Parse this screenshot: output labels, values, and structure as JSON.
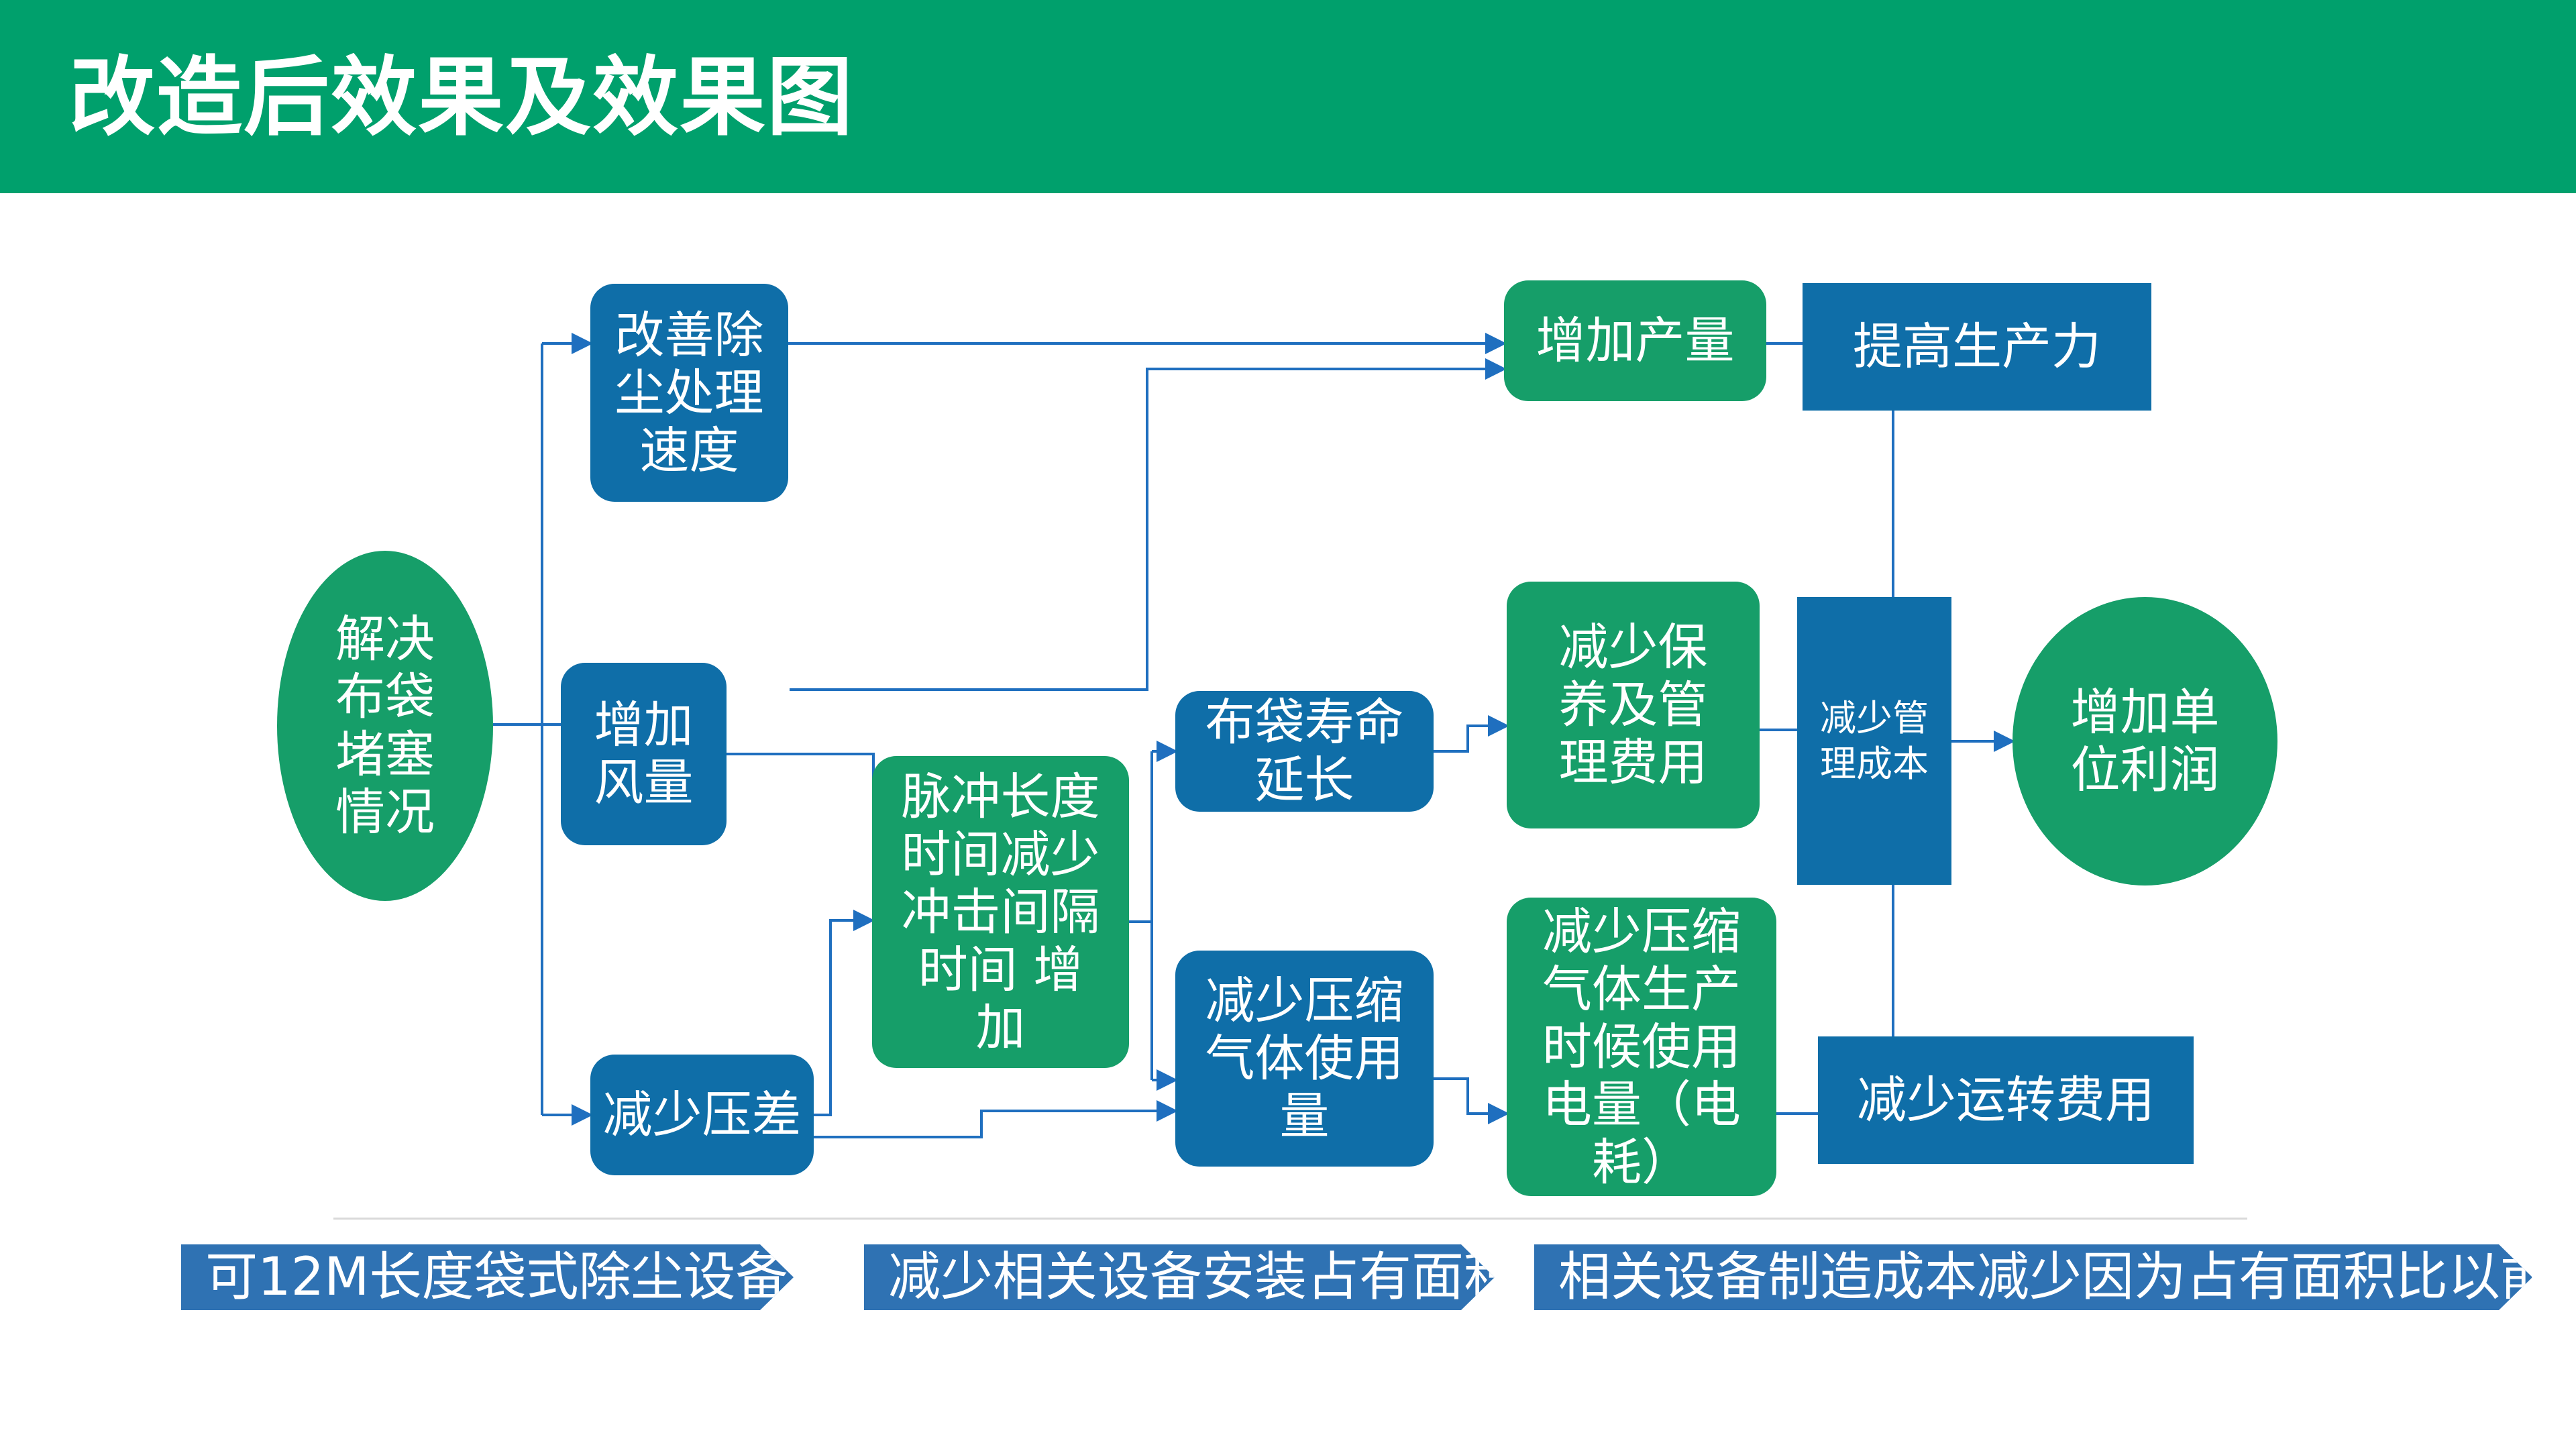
{
  "slide_title": "改造后效果及效果图",
  "nodes": {
    "solve": "解决\n布袋\n堵塞\n情况",
    "improve_speed": "改善除\n尘处理\n速度",
    "increase_air": "增加\n风量",
    "reduce_pressure": "减少压差",
    "pulse": "脉冲长度\n时间减少\n冲击间隔\n时间 增\n加",
    "bag_life": "布袋寿命\n延长",
    "reduce_air_use": "减少压缩\n气体使用\n量",
    "increase_output": "增加产量",
    "productivity": "提高生产力",
    "reduce_maint": "减少保\n养及管\n理费用",
    "reduce_power": "减少压缩\n气体生产\n时候使用\n电量（电\n耗）",
    "reduce_mgmt": "减少管\n理成本",
    "reduce_running": "减少运转费用",
    "unit_profit": "增加单\n位利润"
  },
  "bottom_notes": [
    "可12M长度袋式除尘设备",
    "减少相关设备安装占有面积",
    "相关设备制造成本减少因为占有面积比以前小"
  ],
  "colors": {
    "header": "#00a06c",
    "green_node": "#169e69",
    "blue_node": "#0f6ea8",
    "connector": "#1f6fbf",
    "chevron": "#2f72b3"
  }
}
